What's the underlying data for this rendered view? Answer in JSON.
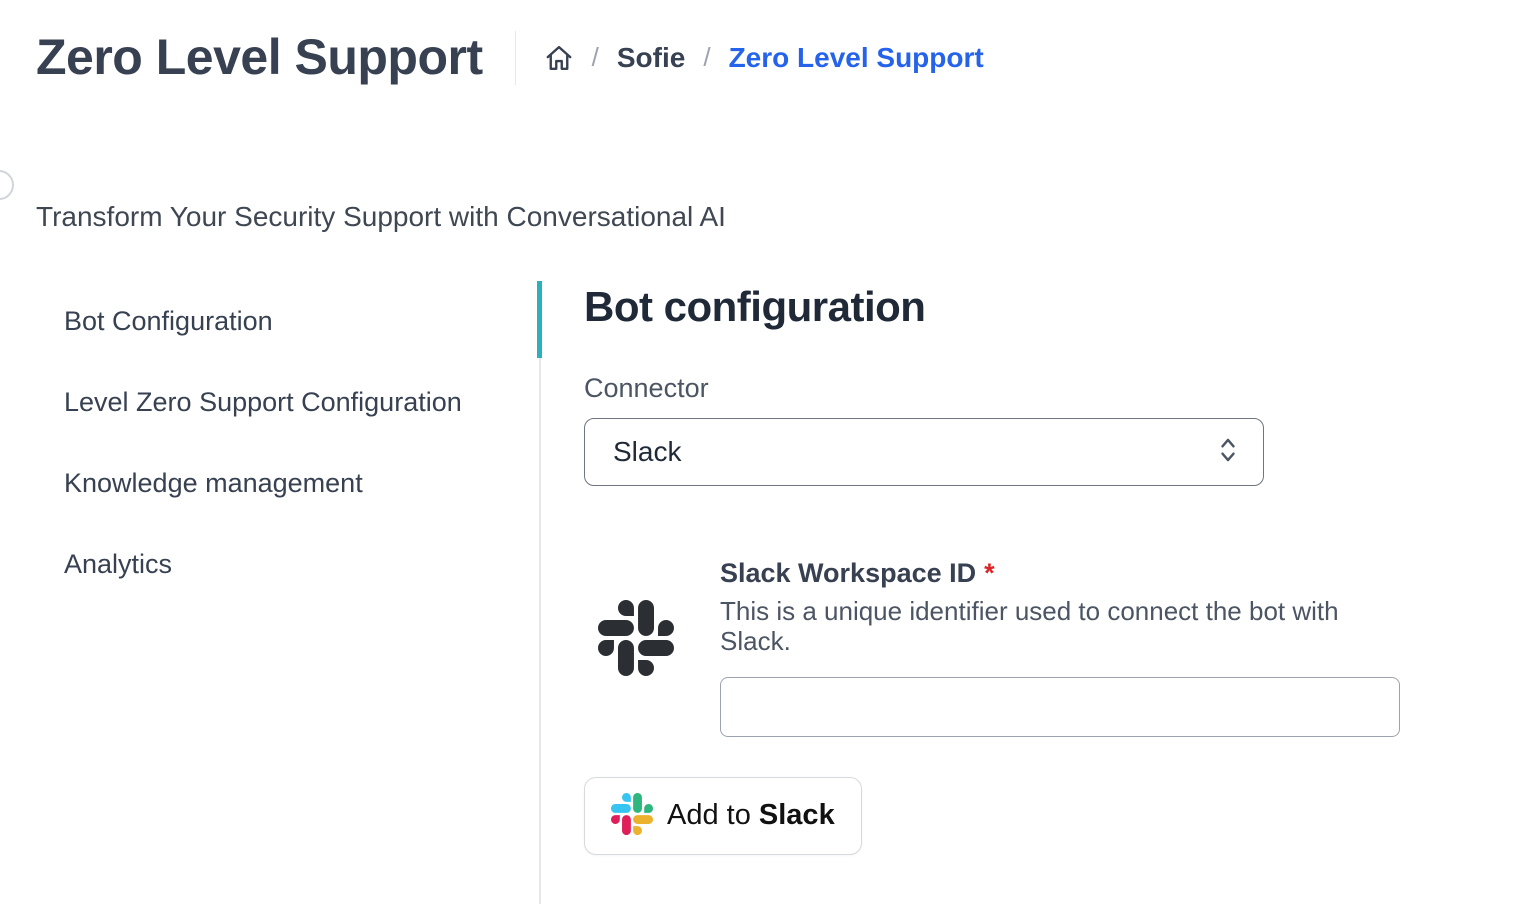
{
  "header": {
    "title": "Zero Level Support"
  },
  "breadcrumb": {
    "separator": "/",
    "items": [
      {
        "label": "Sofie"
      },
      {
        "label": "Zero Level Support"
      }
    ]
  },
  "subtitle": "Transform Your Security Support with Conversational AI",
  "sidebar": {
    "items": [
      {
        "label": "Bot Configuration",
        "active": true
      },
      {
        "label": "Level Zero Support Configuration",
        "active": false
      },
      {
        "label": "Knowledge management",
        "active": false
      },
      {
        "label": "Analytics",
        "active": false
      }
    ]
  },
  "main": {
    "heading": "Bot configuration",
    "connector": {
      "label": "Connector",
      "value": "Slack"
    },
    "workspace": {
      "label": "Slack Workspace ID",
      "required": "*",
      "description": "This is a unique identifier used to connect the bot with Slack.",
      "input_value": ""
    },
    "add_button": {
      "prefix": "Add to ",
      "bold": "Slack"
    }
  },
  "icons": {
    "home": "home-icon",
    "connector_chevron": "chevron-up-down-icon",
    "workspace_icon": "slack-mono-icon",
    "button_icon": "slack-logo-icon"
  },
  "colors": {
    "accent_teal": "#2cb1bc",
    "breadcrumb_link_blue": "#2563eb",
    "required_red": "#dc2626",
    "slack_blue": "#36C5F0",
    "slack_green": "#2EB67D",
    "slack_yellow": "#ECB22E",
    "slack_red": "#E01E5A"
  }
}
